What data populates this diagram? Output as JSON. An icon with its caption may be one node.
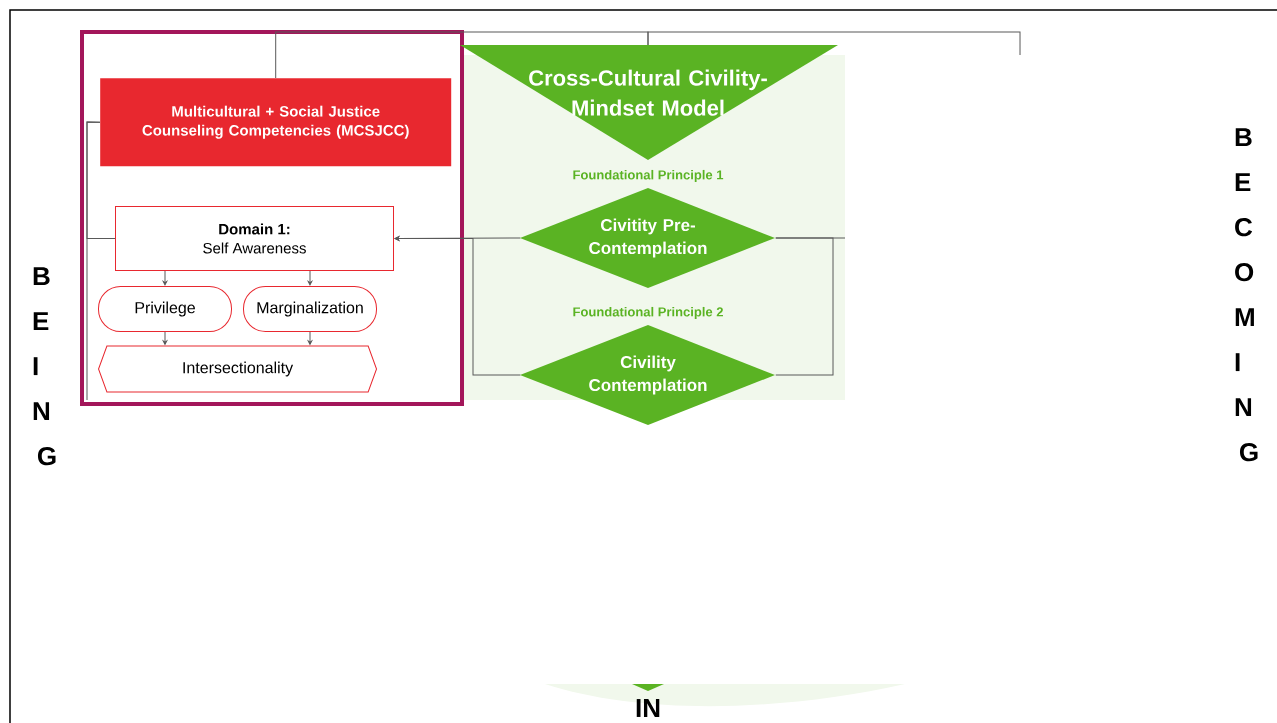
{
  "diagram": {
    "nodes": [
      {
        "text": [],
        "shape": "box"
      },
      {
        "text": [
          "Multicultural + Social Justice Counseling Competencies (MCSJCC)"
        ],
        "in": 0
      },
      {
        "text": [
          "Domain 1:",
          "Self Awareness"
        ],
        "in": 0
      },
      {
        "text": [
          "Privilege"
        ],
        "in": 0
      },
      {
        "text": [
          "Marginalization"
        ],
        "in": 0
      },
      {
        "text": [
          "Intersectionality"
        ],
        "in": 0
      },
      {
        "text": [
          "Cross-Cultural Civility-Mindset Model"
        ]
      },
      {
        "text": [
          "Civitity Pre-Contemplation"
        ],
        "beside": [
          "Foundational Principle 1"
        ]
      },
      {
        "text": [
          "Civility Contemplation"
        ],
        "beside": [
          "Foundational Principle 2"
        ]
      }
    ],
    "edges": [
      {
        "from": 6,
        "to": 1,
        "arrow": "none"
      },
      {
        "from": 6,
        "to": null,
        "arrow": "none"
      },
      {
        "from": 1,
        "to": 2,
        "arrow": "none"
      },
      {
        "from": 1,
        "to": null,
        "arrow": "none"
      },
      {
        "from": 7,
        "to": 2,
        "arrow": "to"
      },
      {
        "from": 8,
        "to": 2,
        "arrow": "to"
      },
      {
        "from": 8,
        "to": 7,
        "arrow": "none"
      },
      {
        "from": 7,
        "to": null,
        "arrow": "none"
      },
      {
        "from": 2,
        "to": 3,
        "arrow": "to"
      },
      {
        "from": 2,
        "to": 4,
        "arrow": "to"
      },
      {
        "from": 3,
        "to": 5,
        "arrow": "to"
      },
      {
        "from": 4,
        "to": 5,
        "arrow": "to"
      }
    ],
    "labels": [
      "BEING",
      "BECOMING",
      "IN"
    ]
  }
}
